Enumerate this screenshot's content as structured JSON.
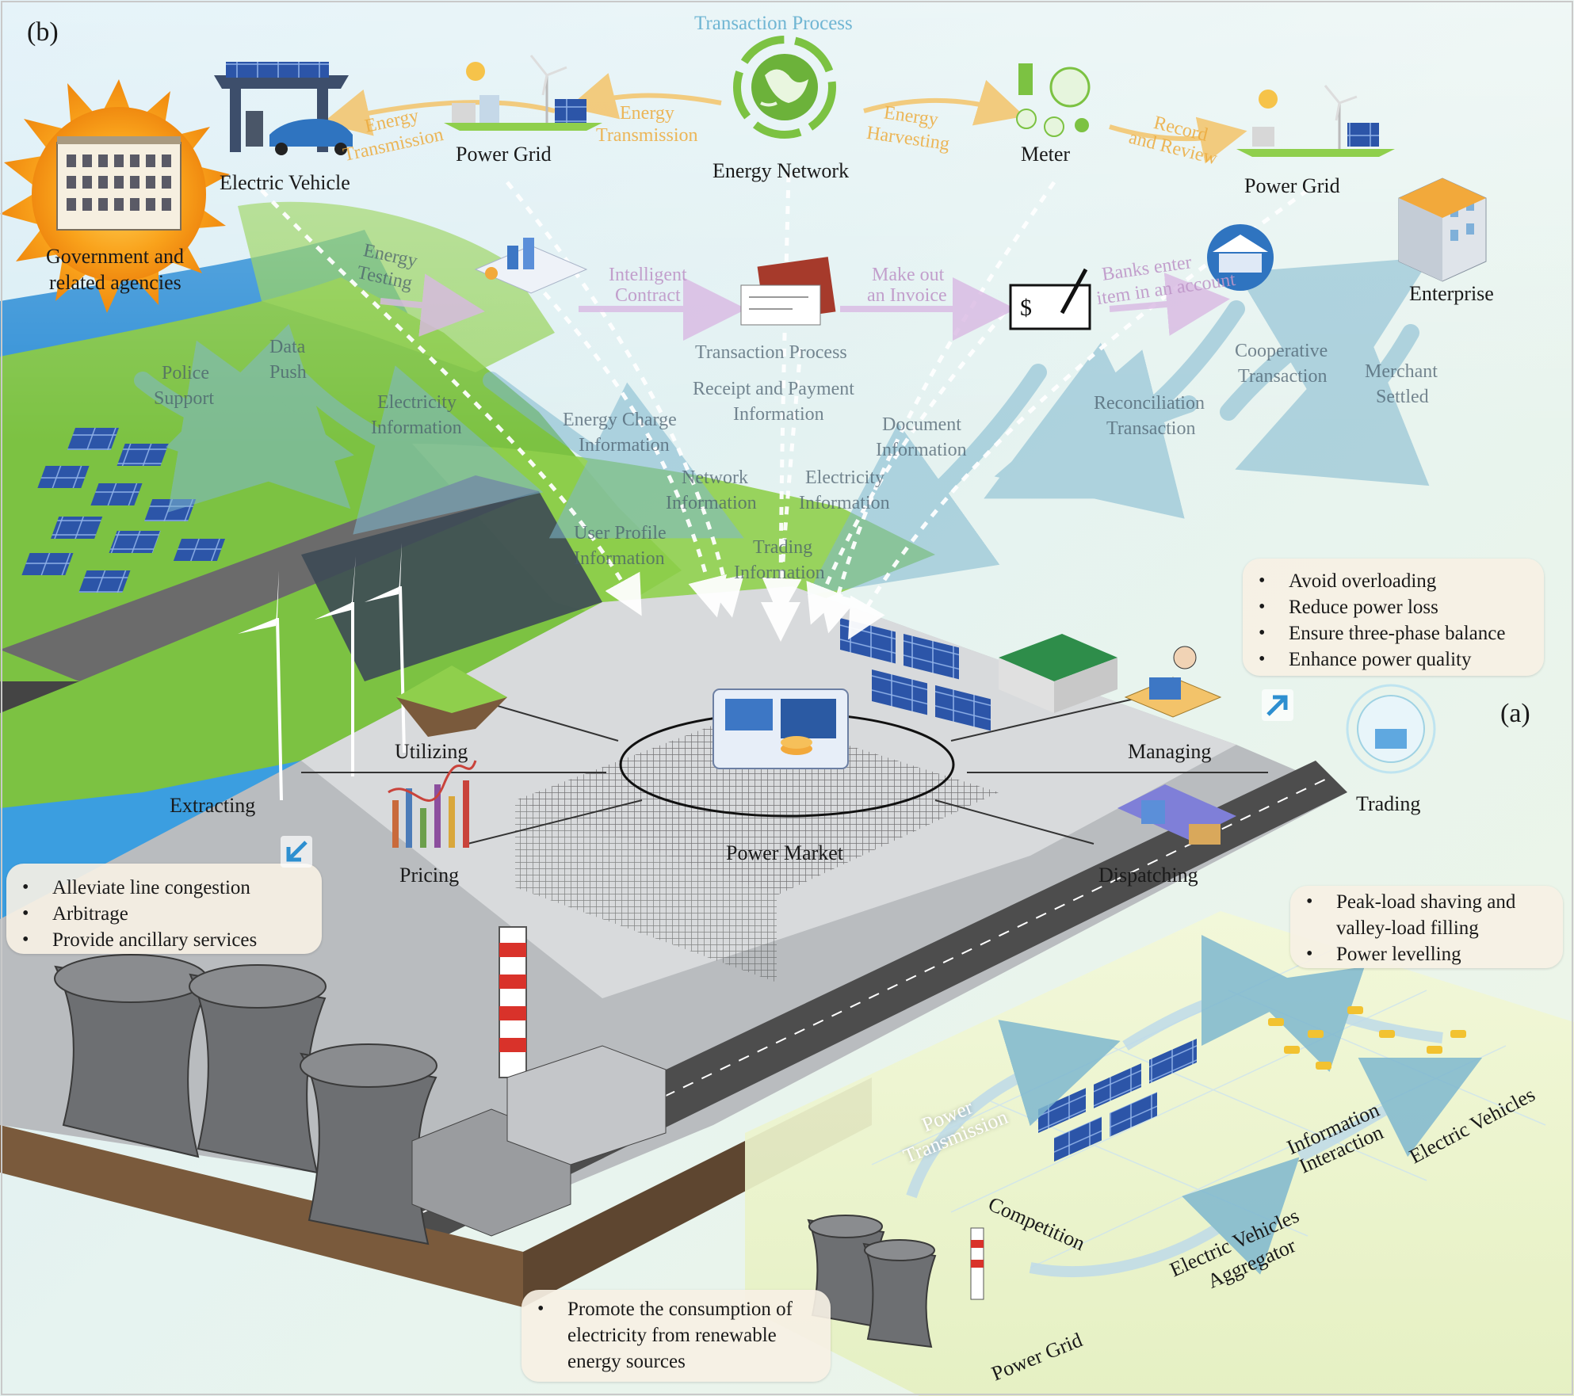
{
  "panel_b_label": "(b)",
  "panel_a_label": "(a)",
  "transaction_process_title": "Transaction Process",
  "top_nodes": {
    "electric_vehicle": "Electric Vehicle",
    "power_grid_left": "Power Grid",
    "energy_network": "Energy Network",
    "meter": "Meter",
    "power_grid_right": "Power Grid",
    "government_line1": "Government and",
    "government_line2": "related agencies",
    "enterprise": "Enterprise"
  },
  "top_flow_labels": {
    "energy_transmission_1_l1": "Energy",
    "energy_transmission_1_l2": "Transmission",
    "energy_transmission_2_l1": "Energy",
    "energy_transmission_2_l2": "Transmission",
    "energy_harvesting_l1": "Energy",
    "energy_harvesting_l2": "Harvesting",
    "record_review_l1": "Record",
    "record_review_l2": "and Review",
    "energy_testing_l1": "Energy",
    "energy_testing_l2": "Testing",
    "intelligent_contract_l1": "Intelligent",
    "intelligent_contract_l2": "Contract",
    "make_invoice_l1": "Make out",
    "make_invoice_l2": "an Invoice",
    "banks_l1": "Banks enter",
    "banks_l2": "item in an account",
    "transaction_process_mid": "Transaction Process"
  },
  "info_labels": {
    "police_l1": "Police",
    "police_l2": "Support",
    "data_push_l1": "Data",
    "data_push_l2": "Push",
    "electricity_info_l1": "Electricity",
    "electricity_info_l2": "Information",
    "energy_charge_l1": "Energy Charge",
    "energy_charge_l2": "Information",
    "receipt_l1": "Receipt and Payment",
    "receipt_l2": "Information",
    "document_l1": "Document",
    "document_l2": "Information",
    "network_l1": "Network",
    "network_l2": "Information",
    "electricity_info2_l1": "Electricity",
    "electricity_info2_l2": "Information",
    "user_profile_l1": "User Profile",
    "user_profile_l2": "Information",
    "trading_info_l1": "Trading",
    "trading_info_l2": "Information",
    "reconciliation_l1": "Reconciliation",
    "reconciliation_l2": "Transaction",
    "cooperative_l1": "Cooperative",
    "cooperative_l2": "Transaction",
    "merchant_l1": "Merchant",
    "merchant_l2": "Settled"
  },
  "market_nodes": {
    "utilizing": "Utilizing",
    "extracting": "Extracting",
    "pricing": "Pricing",
    "power_market": "Power Market",
    "managing": "Managing",
    "dispatching": "Dispatching",
    "trading": "Trading"
  },
  "benefit_boxes": {
    "top_right": [
      "Avoid overloading",
      "Reduce power loss",
      "Ensure three-phase balance",
      "Enhance power quality"
    ],
    "left": [
      "Alleviate line congestion",
      "Arbitrage",
      "Provide ancillary services"
    ],
    "right_l1": "Peak-load shaving and",
    "right_l2": "valley-load filling",
    "right_l3": "Power levelling",
    "bottom_l1": "Promote the consumption of",
    "bottom_l2": "electricity from renewable",
    "bottom_l3": "energy sources"
  },
  "bottom_labels": {
    "power_transmission_l1": "Power",
    "power_transmission_l2": "Transmission",
    "competition": "Competition",
    "information_interaction_l1": "Information",
    "information_interaction_l2": "Interaction",
    "electric_vehicles": "Electric Vehicles",
    "ev_aggregator_l1": "Electric Vehicles",
    "ev_aggregator_l2": "Aggregator",
    "power_grid": "Power Grid"
  },
  "colors": {
    "sky": "#dff0ee",
    "grass": "#7cc242",
    "water": "#2f8fd6",
    "road": "#555555",
    "ground": "#8a6a4a",
    "sun": "#f7941d",
    "box_bg": "#f6f0e4",
    "flow_arrow": "#7fb8cf"
  }
}
